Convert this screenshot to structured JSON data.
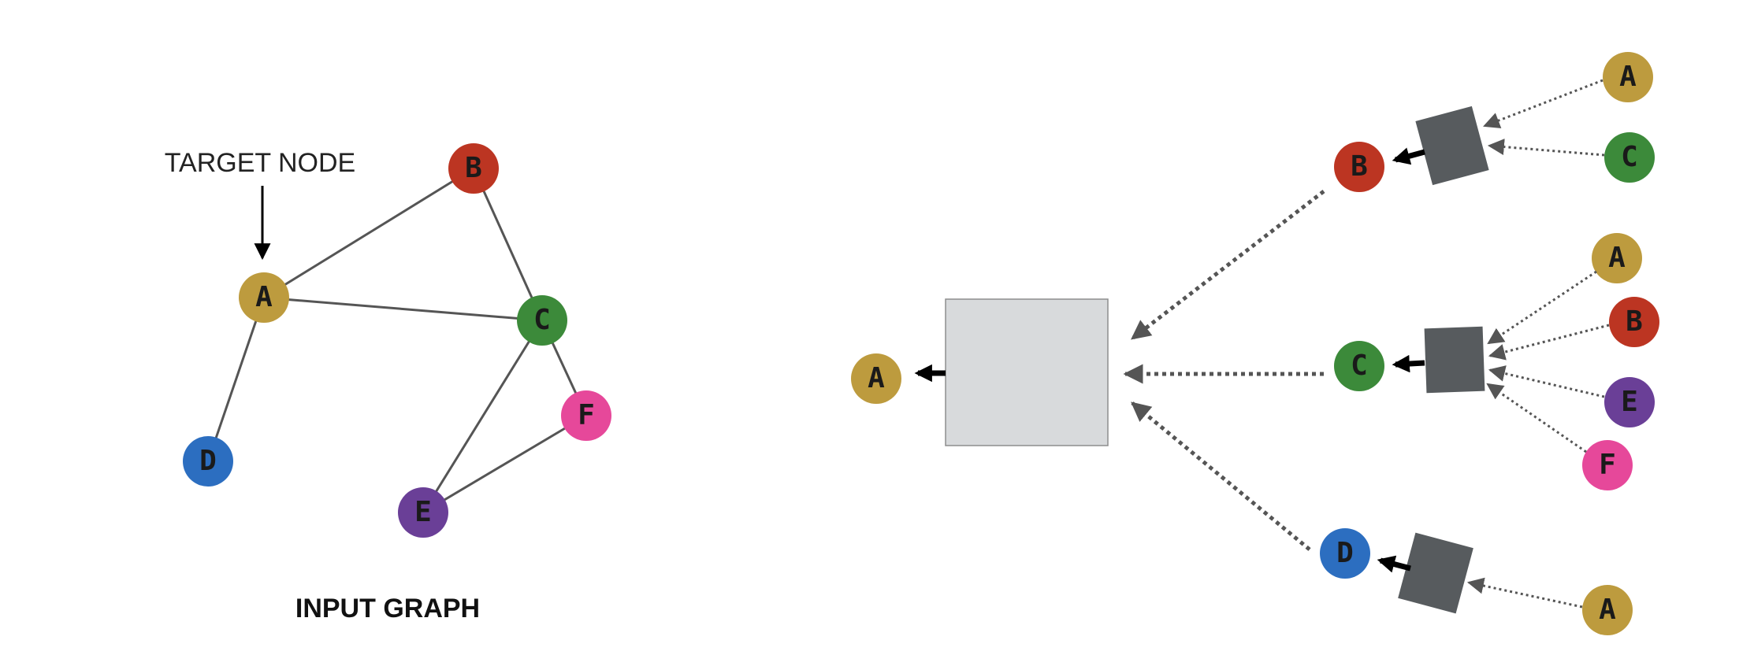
{
  "annotations": {
    "target_label": "TARGET NODE",
    "input_title": "INPUT GRAPH"
  },
  "colors": {
    "A": "#BD9B3E",
    "B": "#BC3522",
    "C": "#3C8A3A",
    "D": "#2C6EC0",
    "E": "#6A3F97",
    "F": "#E6489A",
    "edge": "#555555",
    "aggregator_box": "#575B5E",
    "output_box_fill": "#D8DADC",
    "output_box_stroke": "#8E8E8E",
    "dotted_arrow": "#555555",
    "solid_arrow": "#000000"
  },
  "input_graph": {
    "nodes": [
      {
        "id": "A",
        "label": "A"
      },
      {
        "id": "B",
        "label": "B"
      },
      {
        "id": "C",
        "label": "C"
      },
      {
        "id": "D",
        "label": "D"
      },
      {
        "id": "E",
        "label": "E"
      },
      {
        "id": "F",
        "label": "F"
      }
    ],
    "edges": [
      [
        "A",
        "B"
      ],
      [
        "A",
        "C"
      ],
      [
        "A",
        "D"
      ],
      [
        "B",
        "C"
      ],
      [
        "C",
        "E"
      ],
      [
        "C",
        "F"
      ],
      [
        "E",
        "F"
      ]
    ],
    "target": "A"
  },
  "computation_graph": {
    "root": {
      "label": "A"
    },
    "neighbors": [
      {
        "label": "B",
        "inputs": [
          "A",
          "C"
        ]
      },
      {
        "label": "C",
        "inputs": [
          "A",
          "B",
          "E",
          "F"
        ]
      },
      {
        "label": "D",
        "inputs": [
          "A"
        ]
      }
    ]
  }
}
